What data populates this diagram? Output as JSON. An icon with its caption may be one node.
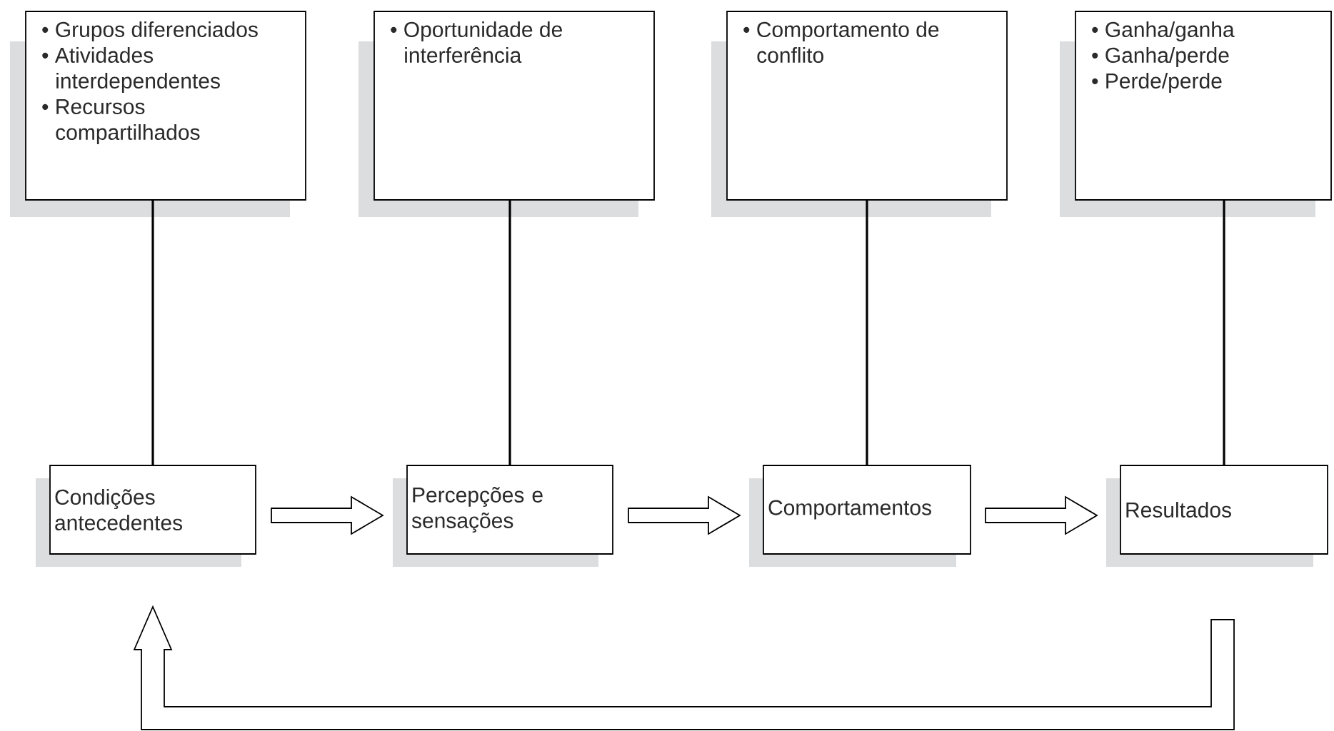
{
  "diagram": {
    "nodes": [
      {
        "text": [
          "• Grupos diferenciados",
          "• Atividades interdependentes",
          "• Recursos compartilhados"
        ]
      },
      {
        "text": [
          "• Oportunidade de interferência"
        ]
      },
      {
        "text": [
          "• Comportamento de conflito"
        ]
      },
      {
        "text": [
          "• Ganha/ganha",
          "• Ganha/perde",
          "• Perde/perde"
        ]
      },
      {
        "text": [
          "Condições antecedentes"
        ]
      },
      {
        "text": [
          "Percepções e sensações"
        ]
      },
      {
        "text": [
          "Comportamentos"
        ]
      },
      {
        "text": [
          "Resultados"
        ]
      }
    ],
    "edges": [
      {
        "from": 0,
        "to": 4,
        "arrow": "none"
      },
      {
        "from": 1,
        "to": 5,
        "arrow": "none"
      },
      {
        "from": 2,
        "to": 6,
        "arrow": "none"
      },
      {
        "from": 3,
        "to": 7,
        "arrow": "none"
      },
      {
        "from": 4,
        "to": 5,
        "arrow": "to"
      },
      {
        "from": 5,
        "to": 6,
        "arrow": "to"
      },
      {
        "from": 6,
        "to": 7,
        "arrow": "to"
      },
      {
        "from": 7,
        "to": 4,
        "arrow": "to"
      }
    ]
  }
}
